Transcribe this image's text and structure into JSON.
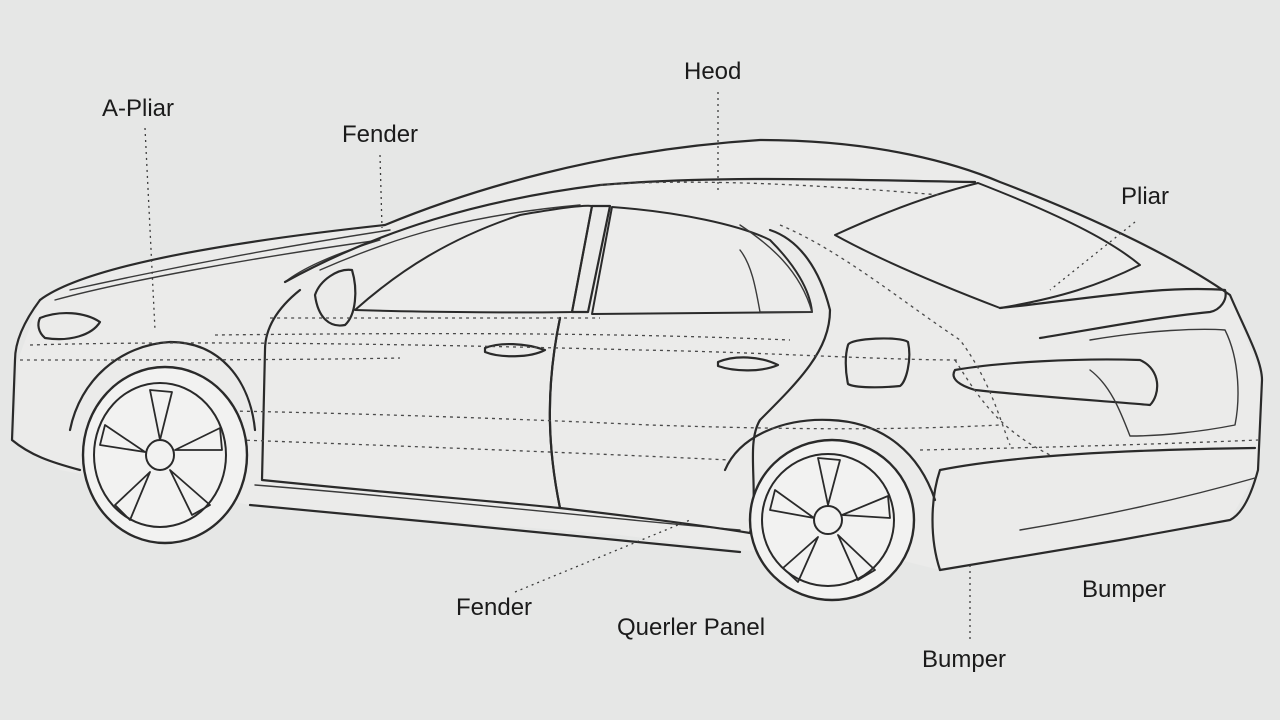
{
  "labels": {
    "a_pillar": "A-Pliar",
    "fender_top": "Fender",
    "hood": "Heod",
    "pillar": "Pliar",
    "fender_bottom": "Fender",
    "quarter_panel": "Querler Panel",
    "bumper_right": "Bumper",
    "bumper_bottom": "Bumper"
  }
}
